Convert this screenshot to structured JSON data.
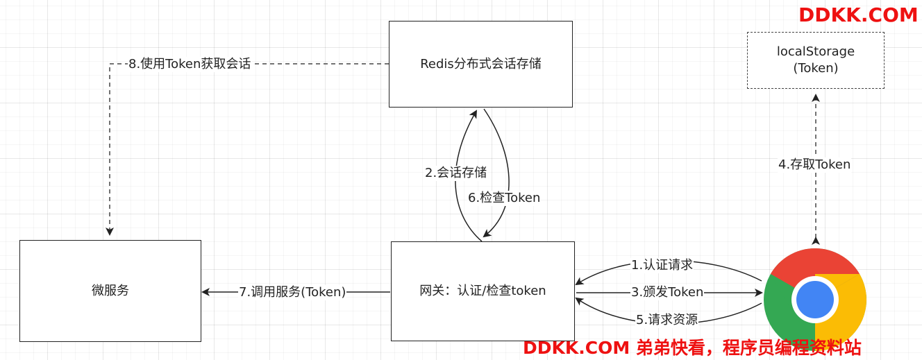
{
  "nodes": {
    "redis": "Redis分布式会话存储",
    "local_storage": "localStorage\n(Token)",
    "microservice": "微服务",
    "gateway": "网关：认证/检查token"
  },
  "edges": {
    "e1": "1.认证请求",
    "e2": "2.会话存储",
    "e3": "3.颁发Token",
    "e4": "4.存取Token",
    "e5": "5.请求资源",
    "e6": "6.检查Token",
    "e7": "7.调用服务(Token)",
    "e8": "8.使用Token获取会话"
  },
  "browser_icon": "chrome-icon",
  "watermarks": {
    "top": "DDKK.COM",
    "bottom": "DDKK.COM 弟弟快看，程序员编程资料站"
  },
  "colors": {
    "watermark": "#ee1111",
    "line": "#333333",
    "chrome_red": "#ea4335",
    "chrome_green": "#34a853",
    "chrome_yellow": "#fbbc05",
    "chrome_blue": "#4285f4"
  }
}
